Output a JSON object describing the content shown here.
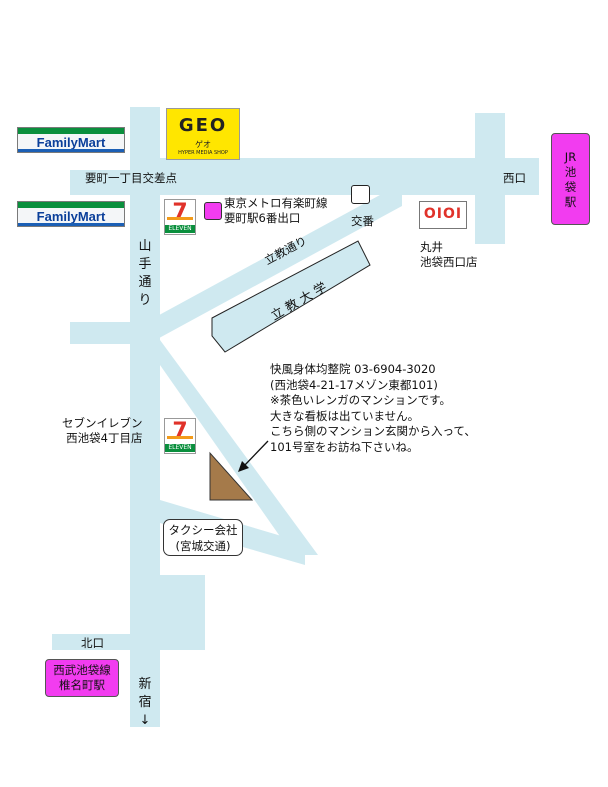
{
  "intersection_label": "要町一丁目交差点",
  "nishiguchi_label": "西口",
  "kitaguchi_label": "北口",
  "koban_label": "交番",
  "yamate_dori_label": "山\n手\n通\nり",
  "rikkyo_dori_label": "立教通り",
  "rikkyo_univ_label": "立 教 大 学",
  "shinjuku_label": "新\n宿\n↓",
  "family_mart": "FamilyMart",
  "geo": {
    "name": "GEO",
    "kana": "ゲオ",
    "tag": "HYPER MEDIA SHOP"
  },
  "seven_eleven_logo": {
    "num": "7",
    "text": "ELEVEN"
  },
  "seven_eleven_store": "セブンイレブン\n西池袋4丁目店",
  "metro_exit": "東京メトロ有楽町線\n要町駅6番出口",
  "marui": {
    "logo": "OIOI",
    "label": "丸井\n池袋西口店"
  },
  "jr_station": "JR\n池\n袋\n駅",
  "seibu_station": "西武池袋線\n椎名町駅",
  "taxi_company": "タクシー会社\n(宮城交通)",
  "clinic": {
    "line1": "快風身体均整院 03-6904-3020",
    "line2": "(西池袋4-21-17メゾン東都101)",
    "line3": "※茶色いレンガのマンションです。",
    "line4": "大きな看板は出ていません。",
    "line5": "こちら側のマンション玄関から入って、",
    "line6": "101号室をお訪ね下さいね。"
  },
  "colors": {
    "road": "#cfe9f0",
    "building": "#a57a4a",
    "station": "#f23cf0",
    "seven_red": "#e0322a",
    "family_green": "#0a8f3d",
    "geo_yellow": "#ffe600"
  }
}
